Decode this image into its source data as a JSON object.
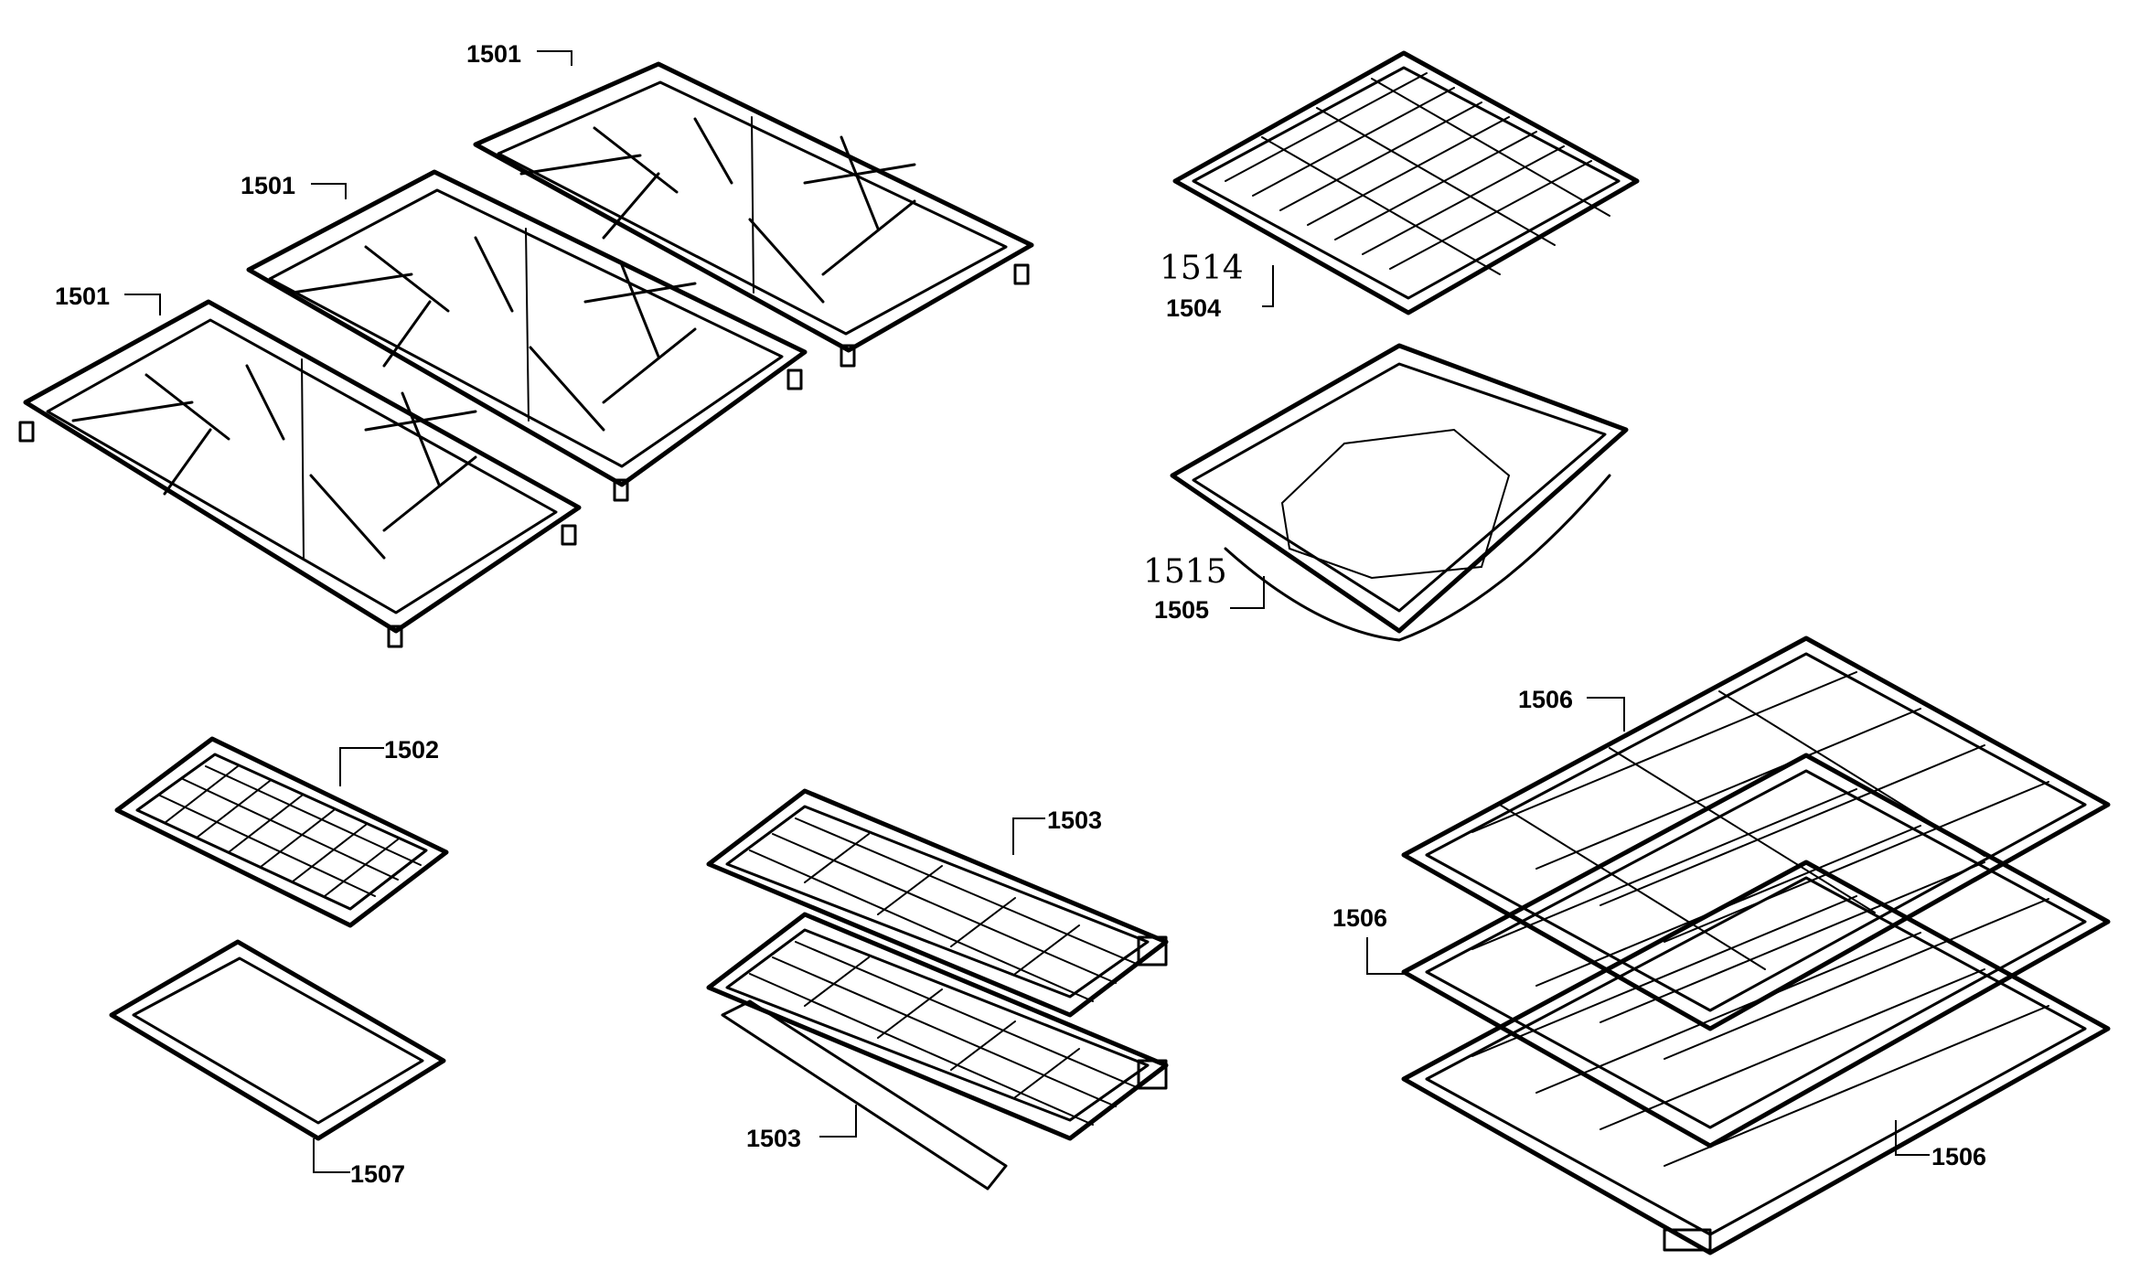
{
  "labels": {
    "grate_top": "1501",
    "grate_middle": "1501",
    "grate_left": "1501",
    "broiler_insert": "1502",
    "rack_upper": "1503",
    "rack_lower": "1503",
    "perforated_pan": "1504",
    "perforated_pan_handwritten": "1514",
    "roasting_pan": "1505",
    "roasting_pan_handwritten": "1515",
    "rack_set_top": "1506",
    "rack_set_middle": "1506",
    "rack_set_bottom": "1506",
    "broiler_pan": "1507"
  }
}
